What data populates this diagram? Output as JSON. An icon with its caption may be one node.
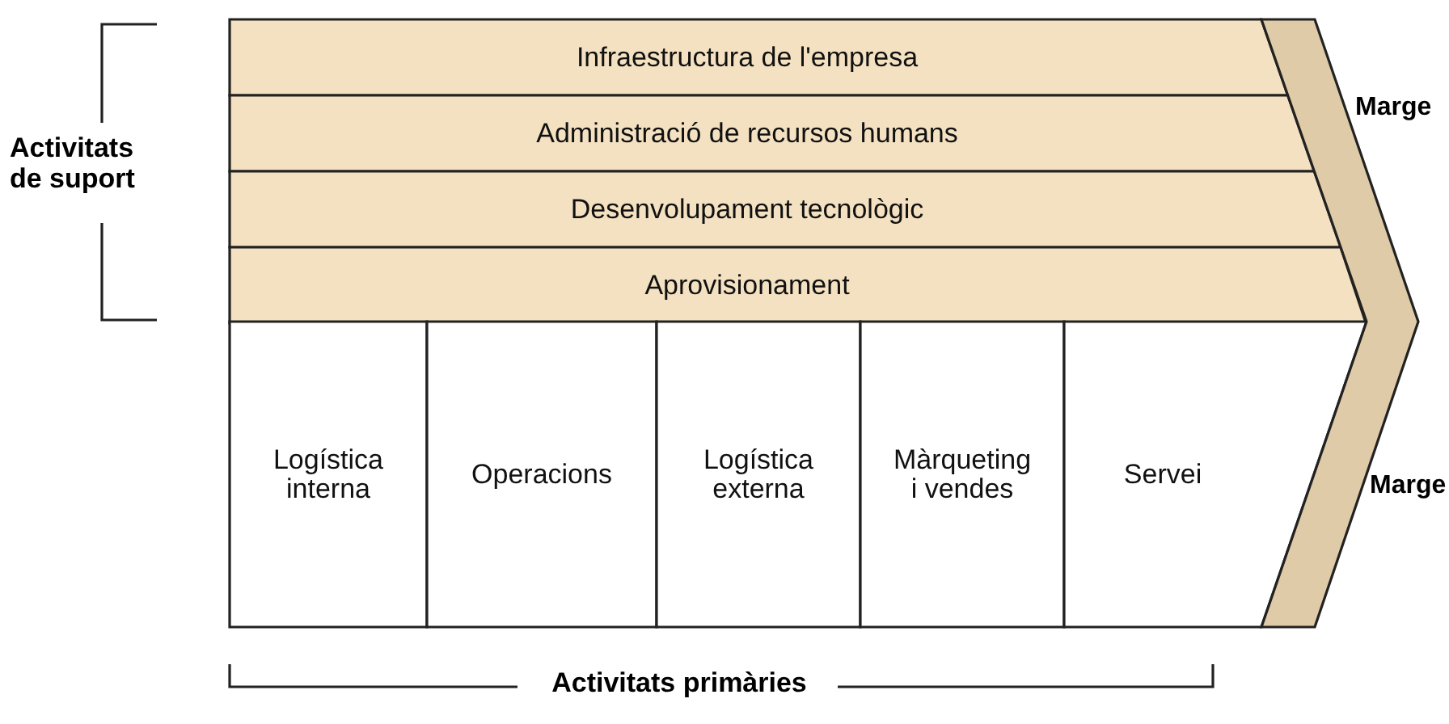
{
  "diagram": {
    "nodes": [
      {
        "text": [
          "Infraestructura de l'empresa"
        ]
      },
      {
        "text": [
          "Administració de recursos humans"
        ]
      },
      {
        "text": [
          "Desenvolupament tecnològic"
        ]
      },
      {
        "text": [
          "Aprovisionament"
        ]
      },
      {
        "text": [
          "Logística interna"
        ]
      },
      {
        "text": [
          "Operacions"
        ]
      },
      {
        "text": [
          "Logística externa"
        ]
      },
      {
        "text": [
          "Màrqueting i vendes"
        ]
      },
      {
        "text": [
          "Servei"
        ]
      },
      {
        "text": [],
        "shape": "chevron",
        "beside": [
          "Marge",
          "Marge"
        ]
      }
    ],
    "edges": [],
    "labels": [
      "Activitats de suport",
      "Activitats primàries"
    ]
  }
}
